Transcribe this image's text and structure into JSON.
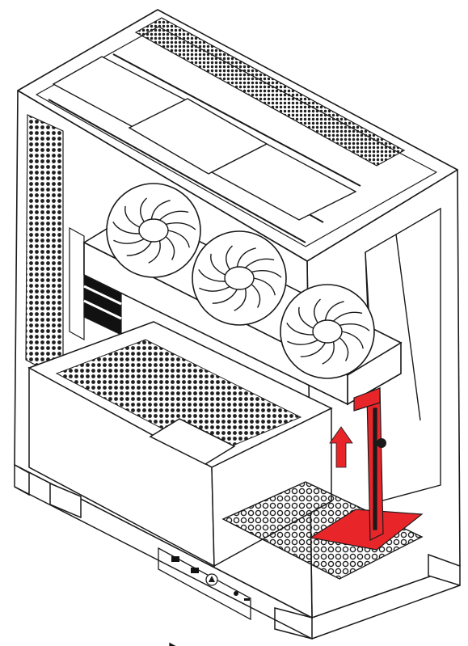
{
  "diagram": {
    "subject": "pc-case-exploded-view",
    "highlight_color": "#e8262a",
    "line_color": "#1a1a1a",
    "mesh_color": "#222222",
    "fill_color": "#ffffff",
    "gpu_fan_count": 3,
    "parts": [
      "top-panel",
      "top-mesh-strip",
      "left-mesh-panel",
      "rear-pci-slots",
      "gpu-card",
      "psu-shroud",
      "bottom-fan-mesh",
      "gpu-support-bracket",
      "lift-arrow",
      "front-io-panel",
      "case-feet"
    ],
    "icons": [
      "up-arrow-icon",
      "thumbscrew-icon",
      "power-button-icon"
    ]
  }
}
